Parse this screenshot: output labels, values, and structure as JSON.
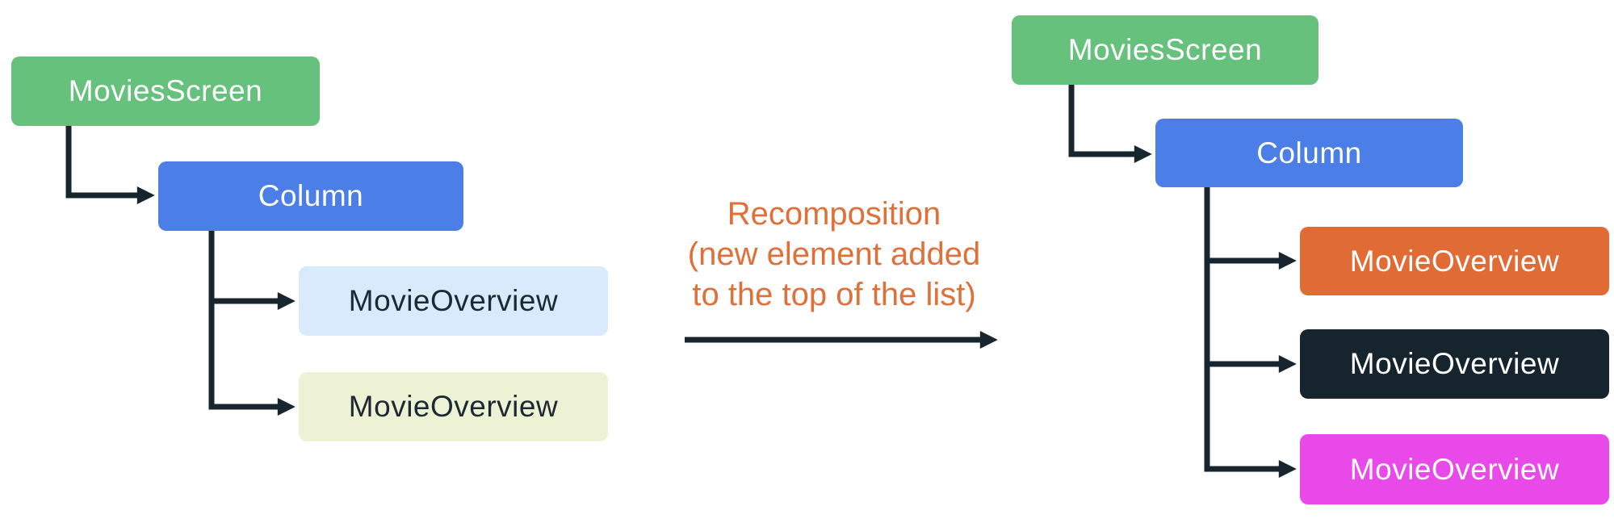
{
  "page": {
    "background": "#ffffff"
  },
  "diagram": {
    "connector_color": "#17252f",
    "left_tree": {
      "root": {
        "label": "MoviesScreen",
        "color": "#66c17c",
        "text_color": "#ffffff"
      },
      "column": {
        "label": "Column",
        "color": "#4c7ee8",
        "text_color": "#ffffff"
      },
      "children": [
        {
          "label": "MovieOverview",
          "color": "#d8eafb",
          "text_color": "#1b2a33"
        },
        {
          "label": "MovieOverview",
          "color": "#eef2d5",
          "text_color": "#1b2a33"
        }
      ]
    },
    "transition": {
      "lines": [
        "Recomposition",
        "(new element added",
        "to the top of the list)"
      ],
      "color": "#e0703a"
    },
    "right_tree": {
      "root": {
        "label": "MoviesScreen",
        "color": "#66c17c",
        "text_color": "#ffffff"
      },
      "column": {
        "label": "Column",
        "color": "#4c7ee8",
        "text_color": "#ffffff"
      },
      "children": [
        {
          "label": "MovieOverview",
          "color": "#e06b35",
          "text_color": "#ffffff"
        },
        {
          "label": "MovieOverview",
          "color": "#16242e",
          "text_color": "#ffffff"
        },
        {
          "label": "MovieOverview",
          "color": "#ea49ea",
          "text_color": "#ffffff"
        }
      ]
    }
  }
}
